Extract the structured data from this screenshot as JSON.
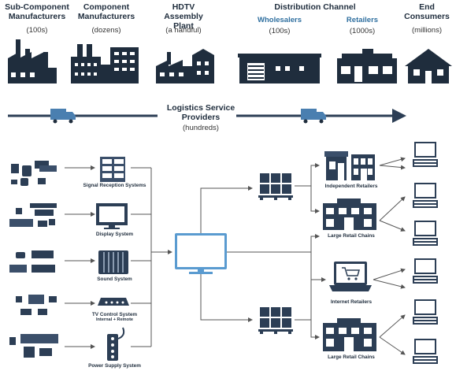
{
  "columns": [
    {
      "title": "Sub-Component Manufacturers",
      "count": "(100s)"
    },
    {
      "title": "Component Manufacturers",
      "count": "(dozens)"
    },
    {
      "title": "HDTV Assembly Plant",
      "count": "(a handful)"
    },
    {
      "title": "Distribution Channel",
      "count": ""
    },
    {
      "title": "End Consumers",
      "count": "(millions)"
    }
  ],
  "distribution": {
    "wholesalers": {
      "title": "Wholesalers",
      "count": "(100s)"
    },
    "retailers": {
      "title": "Retailers",
      "count": "(1000s)"
    }
  },
  "logistics": {
    "title": "Logistics Service Providers",
    "count": "(hundreds)"
  },
  "components": [
    "Signal Reception Systems",
    "Display System",
    "Sound System",
    "TV Control System",
    "Internal + Remote",
    "Power Supply System"
  ],
  "retail": {
    "independent": "Independent Retailers",
    "large_chains_1": "Large Retail Chains",
    "internet": "Internet Retailers",
    "large_chains_2": "Large Retail Chains"
  },
  "colors": {
    "dark": "#1f2d3d",
    "navy": "#2c3e55",
    "accent_blue": "#2f6f9f",
    "truck": "#4a7fb0",
    "line": "#555555"
  }
}
